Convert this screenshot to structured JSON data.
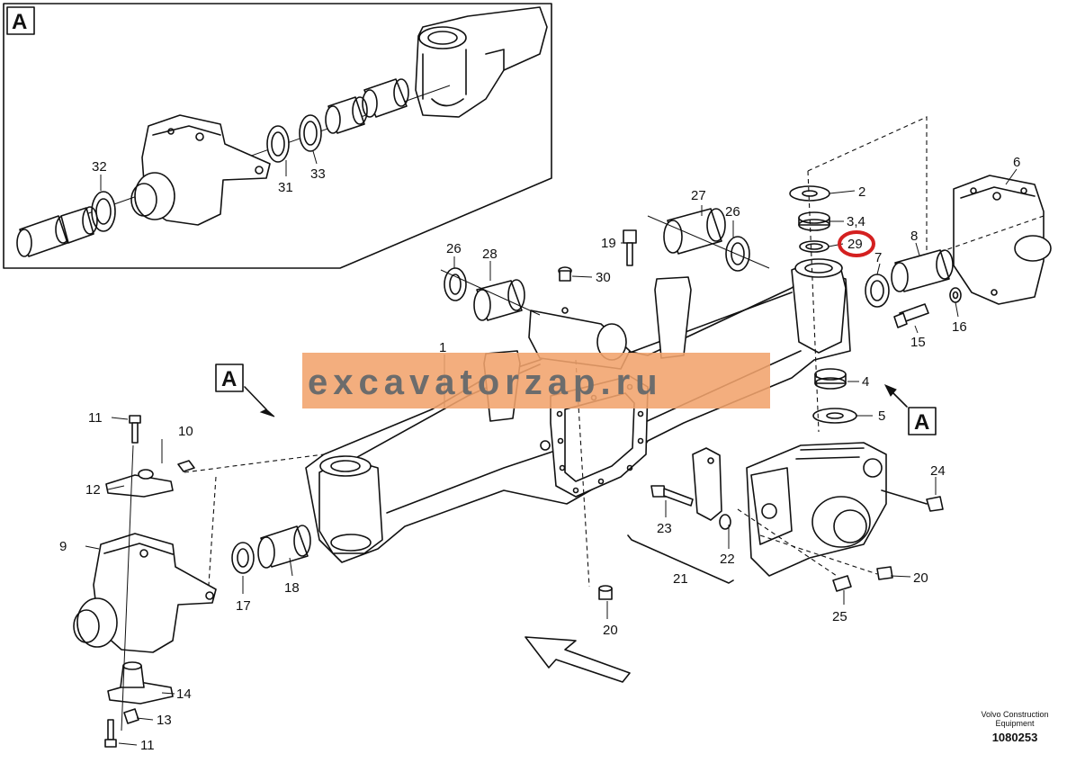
{
  "section_ref": "A",
  "watermark": "excavatorzap.ru",
  "caption": {
    "line1": "Volvo Construction",
    "line2": "Equipment",
    "number": "1080253"
  },
  "highlight_color": "#d42020",
  "highlighted_part": "29",
  "labels": {
    "l1": "1",
    "l2": "2",
    "l34": "3,4",
    "l29": "29",
    "l4": "4",
    "l5": "5",
    "l6": "6",
    "l7": "7",
    "l8": "8",
    "l9": "9",
    "l10": "10",
    "l11a": "11",
    "l11b": "11",
    "l12": "12",
    "l13": "13",
    "l14": "14",
    "l15": "15",
    "l16": "16",
    "l17": "17",
    "l18": "18",
    "l19": "19",
    "l20a": "20",
    "l20b": "20",
    "l21": "21",
    "l22": "22",
    "l23": "23",
    "l24": "24",
    "l25": "25",
    "l26a": "26",
    "l26b": "26",
    "l27": "27",
    "l28": "28",
    "l30": "30",
    "l31": "31",
    "l32": "32",
    "l33": "33"
  }
}
